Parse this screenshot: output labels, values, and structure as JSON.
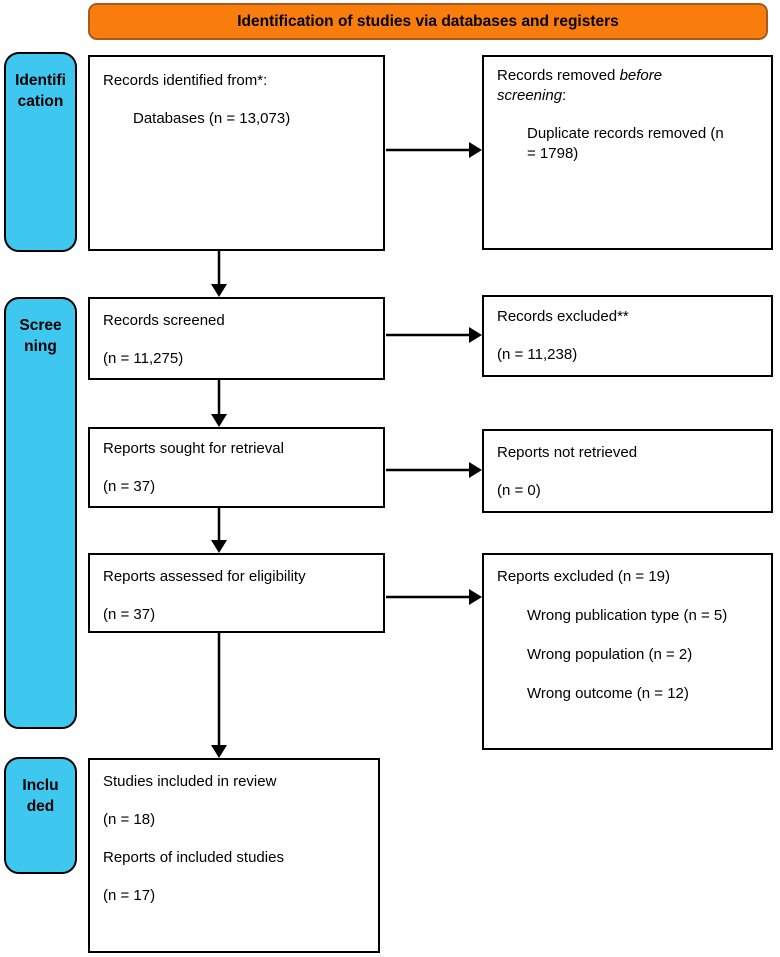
{
  "title": "Identification of studies via databases and registers",
  "colors": {
    "header_fill": "#F97D0D",
    "header_border": "#A65B1C",
    "stage_fill": "#3EC8F0",
    "box_border": "#000000"
  },
  "stages": {
    "identification": "Identifi\ncation",
    "screening": "Scree\nning",
    "included": "Inclu\nded"
  },
  "boxes": {
    "records_identified": {
      "line1": "Records identified from*:",
      "line2": "Databases (n = 13,073)"
    },
    "records_removed": {
      "line1_prefix": "Records removed ",
      "line1_italic": "before screening",
      "line1_suffix": ":",
      "line2": "Duplicate records removed (n = 1798)"
    },
    "records_screened": {
      "line1": "Records screened",
      "line2": "(n = 11,275)"
    },
    "records_excluded": {
      "line1": "Records excluded**",
      "line2": "(n = 11,238)"
    },
    "reports_sought": {
      "line1": "Reports sought for retrieval",
      "line2": "(n = 37)"
    },
    "reports_not_retrieved": {
      "line1": "Reports not retrieved",
      "line2": "(n = 0)"
    },
    "reports_assessed": {
      "line1": "Reports assessed for eligibility",
      "line2": "(n = 37)"
    },
    "reports_excluded": {
      "line1": "Reports excluded (n = 19)",
      "reason1": "Wrong publication type (n = 5)",
      "reason2": "Wrong population (n = 2)",
      "reason3": "Wrong outcome (n = 12)"
    },
    "studies_included": {
      "line1": "Studies included in review",
      "line2": "(n = 18)",
      "line3": "Reports of included studies",
      "line4": "(n = 17)"
    }
  }
}
